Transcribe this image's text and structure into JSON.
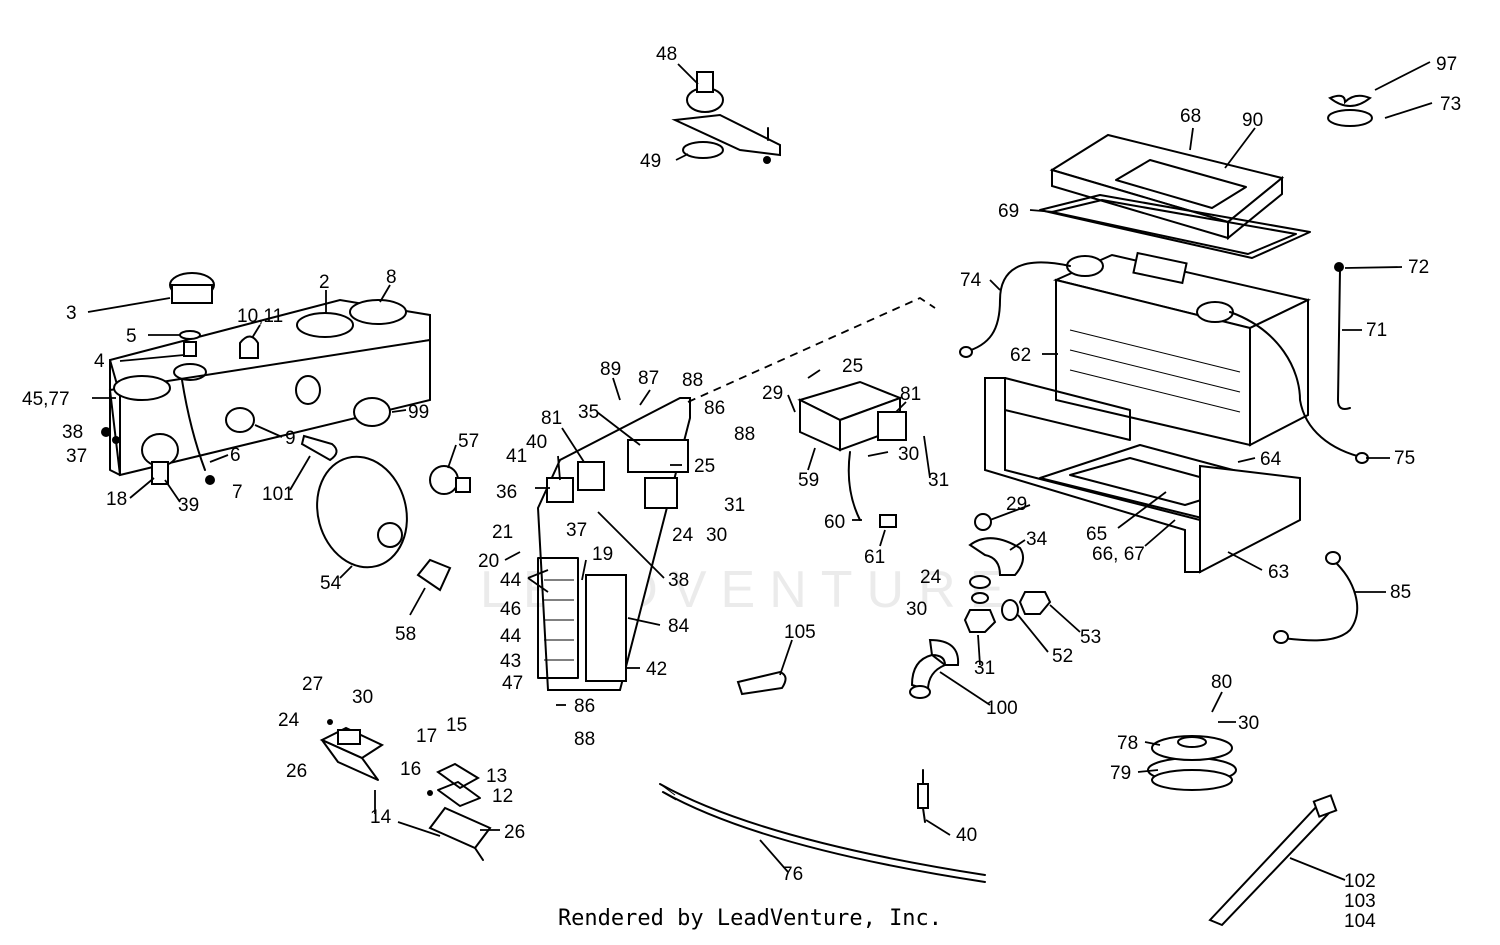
{
  "footer": "Rendered by LeadVenture, Inc.",
  "watermark": "LEADVENTURE",
  "callouts": {
    "c97": "97",
    "c73": "73",
    "c68": "68",
    "c90": "90",
    "c69": "69",
    "c72": "72",
    "c71": "71",
    "c74": "74",
    "c62": "62",
    "c75": "75",
    "c64": "64",
    "c65": "65",
    "c6667": "66, 67",
    "c63": "63",
    "c85": "85",
    "c48": "48",
    "c49": "49",
    "c3": "3",
    "c2": "2",
    "c8": "8",
    "c1011": "10,11",
    "c5": "5",
    "c4": "4",
    "c4577": "45,77",
    "c38a": "38",
    "c37a": "37",
    "c9": "9",
    "c6": "6",
    "c7": "7",
    "c18": "18",
    "c39": "39",
    "c99": "99",
    "c101": "101",
    "c57": "57",
    "c54": "54",
    "c58": "58",
    "c89": "89",
    "c87": "87",
    "c88a": "88",
    "c86a": "86",
    "c88b": "88",
    "c81a": "81",
    "c35": "35",
    "c40a": "40",
    "c41": "41",
    "c36": "36",
    "c25a": "25",
    "c24a": "24",
    "c30a": "30",
    "c31a": "31",
    "c37b": "37",
    "c38b": "38",
    "c21": "21",
    "c20": "20",
    "c19": "19",
    "c44a": "44",
    "c46": "46",
    "c44b": "44",
    "c43": "43",
    "c47": "47",
    "c84": "84",
    "c42": "42",
    "c86b": "86",
    "c88c": "88",
    "c25b": "25",
    "c29a": "29",
    "c81b": "81",
    "c59": "59",
    "c30b": "30",
    "c31b": "31",
    "c60": "60",
    "c61": "61",
    "c29b": "29",
    "c34": "34",
    "c24b": "24",
    "c30c": "30",
    "c53": "53",
    "c52": "52",
    "c31c": "31",
    "c100": "100",
    "c105": "105",
    "c27": "27",
    "c30d": "30",
    "c24c": "24",
    "c26a": "26",
    "c14": "14",
    "c17": "17",
    "c15": "15",
    "c13": "13",
    "c16": "16",
    "c12": "12",
    "c26b": "26",
    "c76": "76",
    "c40b": "40",
    "c80": "80",
    "c30e": "30",
    "c78": "78",
    "c79": "79",
    "c102": "102",
    "c103": "103",
    "c104": "104"
  }
}
